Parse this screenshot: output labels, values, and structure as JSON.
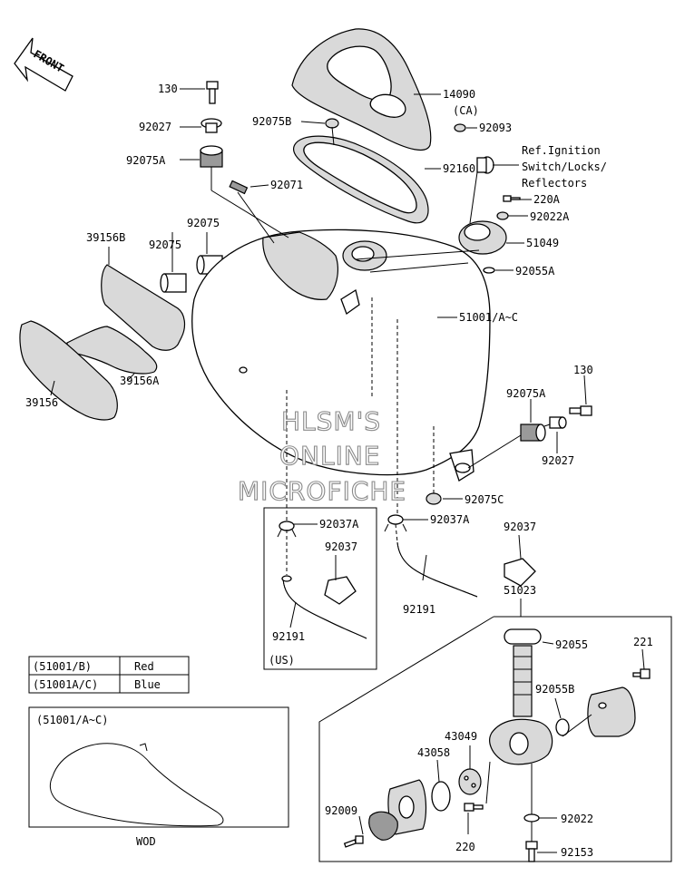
{
  "front_label": "FRONT",
  "watermark": [
    "HLSM'S",
    "ONLINE",
    "MICROFICHE"
  ],
  "parts": {
    "p130_top": "130",
    "p14090": "14090",
    "p92027_top": "92027",
    "p92075b": "92075B",
    "ca": "(CA)",
    "p92093": "92093",
    "p92075a_top": "92075A",
    "p92160": "92160",
    "ref_line1": "Ref.Ignition",
    "ref_line2": "Switch/Locks/",
    "ref_line3": "Reflectors",
    "p92071": "92071",
    "p220a": "220A",
    "p92022a": "92022A",
    "p39156b": "39156B",
    "p92075_a": "92075",
    "p92075_b": "92075",
    "p51049": "51049",
    "p92055a": "92055A",
    "p51001": "51001/A~C",
    "p39156": "39156",
    "p39156a": "39156A",
    "p130_right": "130",
    "p92075a_right": "92075A",
    "p92027_right": "92027",
    "p92075c": "92075C",
    "p92037a_left": "92037A",
    "p92037a_mid": "92037A",
    "p92037_left": "92037",
    "p92037_right": "92037",
    "p92191_left": "92191",
    "p92191_mid": "92191",
    "us": "(US)",
    "p51023": "51023",
    "p92055": "92055",
    "p221": "221",
    "p92055b": "92055B",
    "p43049": "43049",
    "p43058": "43058",
    "p92009": "92009",
    "p220": "220",
    "p92022": "92022",
    "p92153": "92153",
    "inset_label": "(51001/A~C)",
    "wod": "WOD"
  },
  "color_table": [
    {
      "code": "(51001/B)",
      "color": "Red"
    },
    {
      "code": "(51001A/C)",
      "color": "Blue"
    }
  ]
}
